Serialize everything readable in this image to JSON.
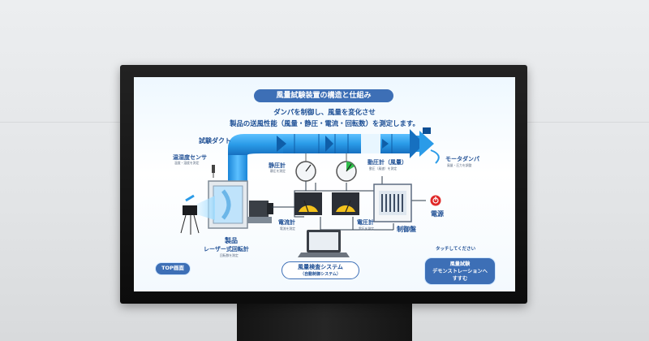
{
  "screen": {
    "title": "風量試験装置の構造と仕組み",
    "subtitle_line1": "ダンパを制御し、風量を変化させ",
    "subtitle_line2": "製品の送風性能（風量・静圧・電流・回転数）を測定します。",
    "labels": {
      "duct": "試験ダクト",
      "temp_sensor": "温湿度センサ",
      "temp_sensor_sub": "温度・湿度を測定",
      "static_pressure": "静圧計",
      "static_pressure_sub": "静圧を測定",
      "dynamic_pressure": "動圧計（風量）",
      "dynamic_pressure_sub": "動圧（風速）を測定",
      "motor_damper": "モータダンパ",
      "motor_damper_sub": "風量・圧力を調整",
      "product": "製品",
      "laser_tach": "レーザー式回転計",
      "laser_tach_sub": "回転数を測定",
      "ammeter": "電流計",
      "ammeter_sub": "電流を測定",
      "voltmeter": "電圧計",
      "voltmeter_sub": "電圧を測定",
      "control_panel": "制御盤",
      "power": "電源"
    },
    "system_box": {
      "main": "風量検査システム",
      "sub": "（自動制御システム）"
    },
    "buttons": {
      "top": "TOP画面",
      "demo_line1": "風量試験",
      "demo_line2": "デモンストレーションへ",
      "demo_line3": "すすむ"
    },
    "touch_prompt": "タッチしてください",
    "colors": {
      "accent": "#3d6fb6",
      "duct": "#2a9be8",
      "gauge_green": "#2fbf4a",
      "gauge_yellow": "#f4c21c",
      "power_red": "#e02828"
    }
  }
}
